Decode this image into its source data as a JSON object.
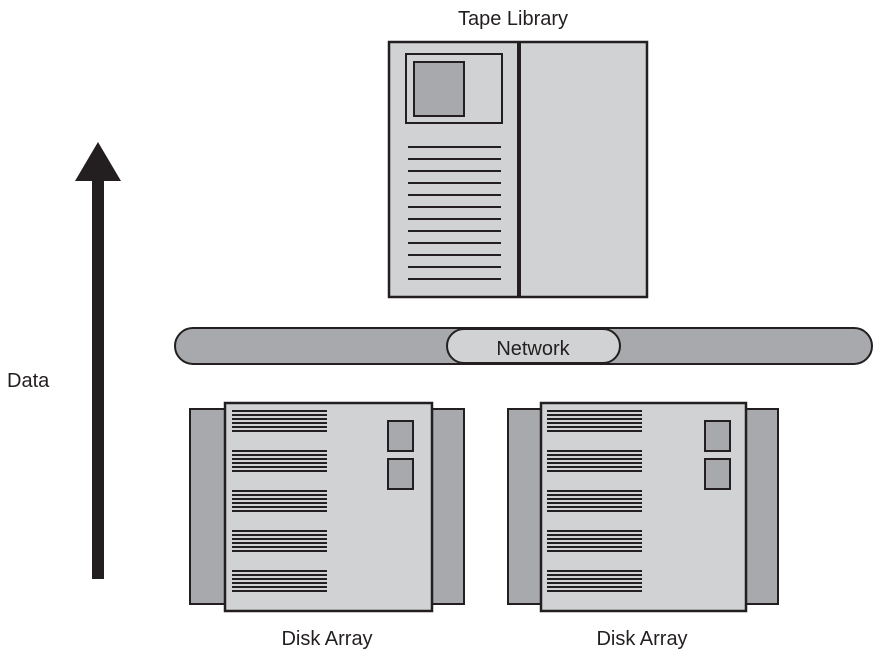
{
  "labels": {
    "tape_library": "Tape Library",
    "network": "Network",
    "data": "Data",
    "disk_array_left": "Disk Array",
    "disk_array_right": "Disk Array"
  },
  "colors": {
    "outline": "#231f20",
    "panel_light": "#d0d2d3",
    "panel_dark": "#a7a9ac",
    "network_fill": "#a7a9ac",
    "network_label_fill": "#d0d2d3"
  },
  "icons": {
    "arrow": "up-arrow-icon",
    "tape_library": "tape-library-icon",
    "disk_array": "disk-array-icon"
  }
}
